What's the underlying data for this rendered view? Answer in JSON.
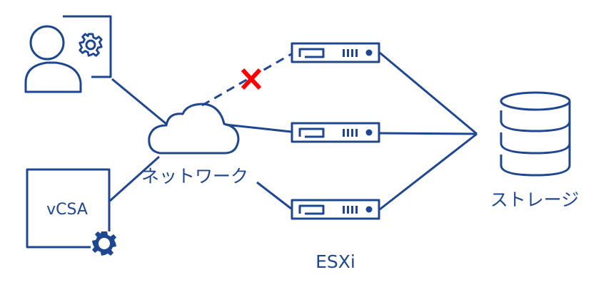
{
  "diagram": {
    "title": "vCSA / ESXi network connectivity diagram",
    "colors": {
      "line": "#1f4690",
      "failure": "#ff0000",
      "background": "#ffffff"
    },
    "nodes": {
      "admin": {
        "label": "",
        "icon": "admin-user-gear-icon"
      },
      "vcsa": {
        "label": "vCSA",
        "icon": "gear-icon"
      },
      "network": {
        "label": "ネットワーク",
        "icon": "cloud-icon"
      },
      "esxi_hosts": [
        {
          "id": "esxi-1",
          "status": "disconnected"
        },
        {
          "id": "esxi-2",
          "status": "connected"
        },
        {
          "id": "esxi-3",
          "status": "connected"
        }
      ],
      "esxi_label": "ESXi",
      "storage": {
        "label": "ストレージ",
        "icon": "database-icon"
      }
    },
    "edges": [
      {
        "from": "admin",
        "to": "network",
        "style": "solid"
      },
      {
        "from": "vcsa",
        "to": "network",
        "style": "solid"
      },
      {
        "from": "network",
        "to": "esxi-1",
        "style": "dashed",
        "failure_marker": "x"
      },
      {
        "from": "network",
        "to": "esxi-2",
        "style": "solid"
      },
      {
        "from": "network",
        "to": "esxi-3",
        "style": "solid"
      },
      {
        "from": "esxi-1",
        "to": "storage",
        "style": "solid"
      },
      {
        "from": "esxi-2",
        "to": "storage",
        "style": "solid"
      },
      {
        "from": "esxi-3",
        "to": "storage",
        "style": "solid"
      }
    ]
  }
}
